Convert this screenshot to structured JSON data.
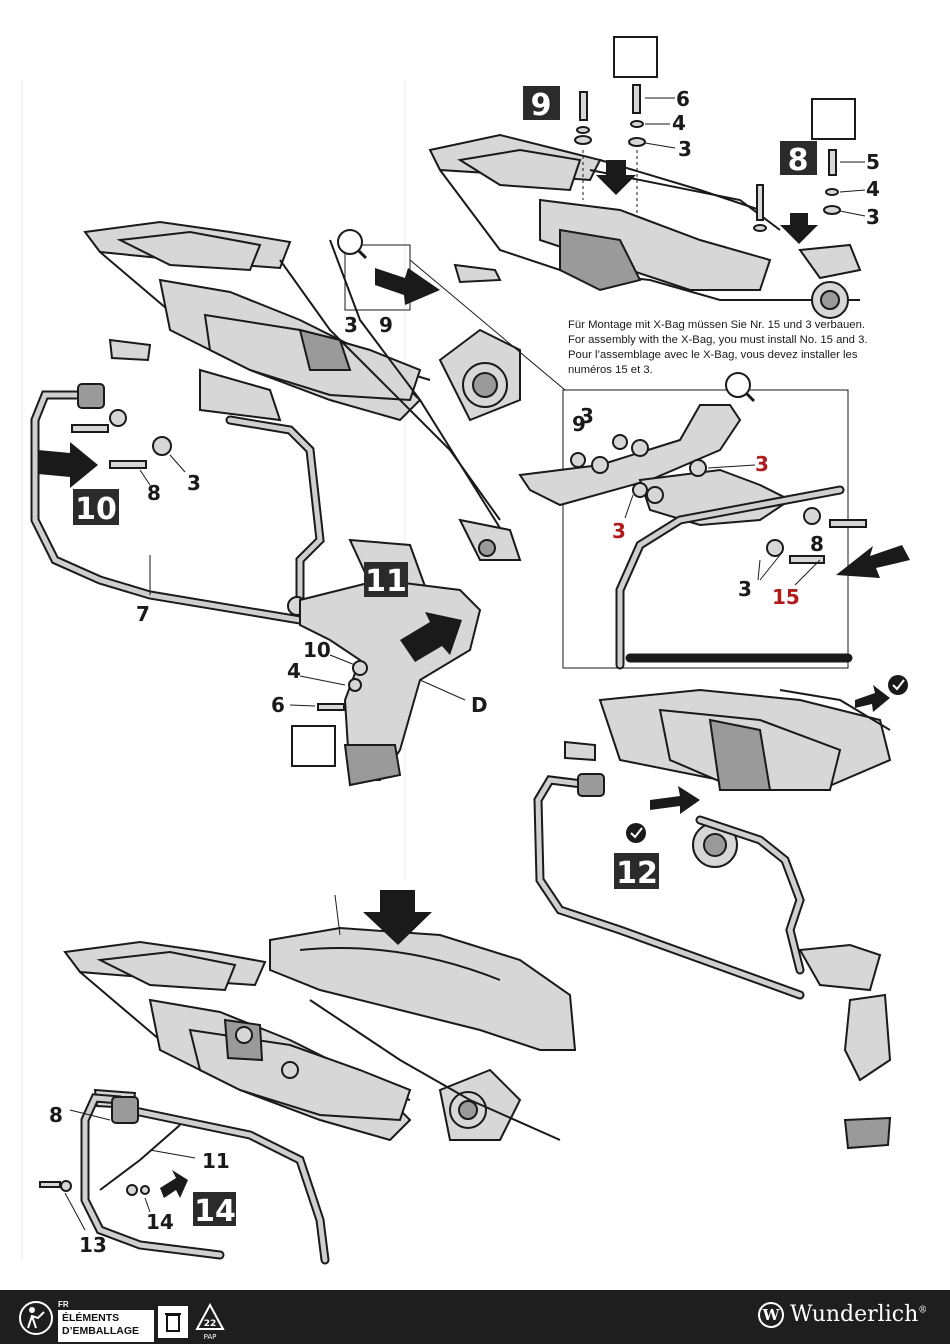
{
  "steps": {
    "s8": "8",
    "s9": "9",
    "s10": "10",
    "s11": "11",
    "s12": "12",
    "s14": "14"
  },
  "callouts": {
    "top_6": "6",
    "top_4a": "4",
    "top_3a": "3",
    "top_5": "5",
    "top_4b": "4",
    "top_3b": "3",
    "mid_3": "3",
    "mid_9": "9",
    "left_8": "8",
    "left_3": "3",
    "left_7": "7",
    "low_10": "10",
    "low_4": "4",
    "low_6": "6",
    "low_D": "D",
    "zoom_9": "9",
    "zoom_3a": "3",
    "zoom_3b": "3",
    "zoom_3c": "3",
    "zoom_8": "8",
    "zoom_3d": "3",
    "zoom_15": "15",
    "bot_8": "8",
    "bot_11": "11",
    "bot_13": "13",
    "bot_14": "14"
  },
  "note_lines": [
    "Für Montage mit X-Bag müssen Sie Nr. 15 und 3 verbauen.",
    "For assembly with the X-Bag, you must install No. 15 and 3.",
    "Pour l’assemblage avec le X-Bag, vous devez installer les",
    "numéros 15 et 3."
  ],
  "footer": {
    "fr": "FR",
    "packaging_line1": "ÉLÉMENTS",
    "packaging_line2": "D’EMBALLAGE",
    "recycle_number": "22",
    "recycle_code": "PAP",
    "brand": "Wunderlich",
    "brand_mark": "®",
    "brand_logo": "W"
  },
  "colors": {
    "highlight_red": "#b01c1c",
    "step_box": "#2b2b2b",
    "footer_bg": "#1e1e1e"
  },
  "icons": [
    "magnifier-icon",
    "checkmark-icon",
    "recycle-icon",
    "bin-icon",
    "triman-icon"
  ]
}
